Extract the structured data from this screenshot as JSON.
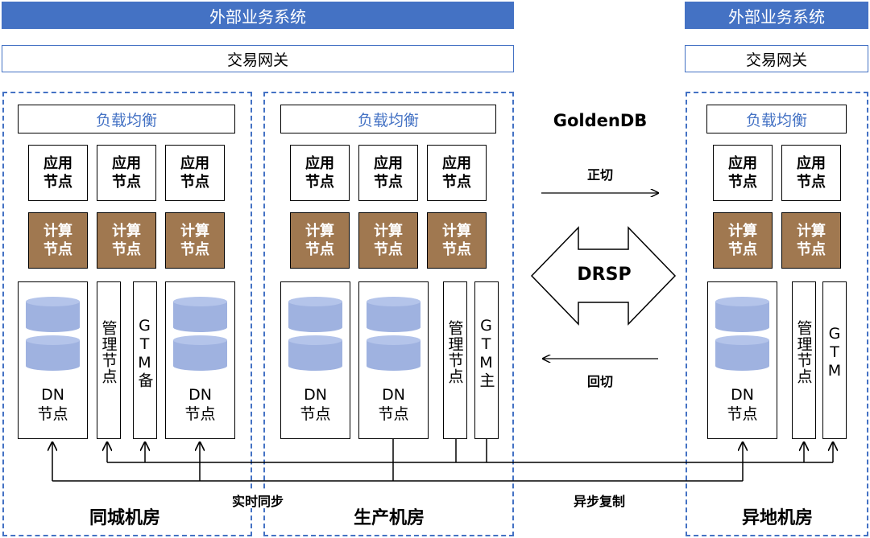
{
  "external": {
    "left": "外部业务系统",
    "right": "外部业务系统"
  },
  "gateway": {
    "left": "交易网关",
    "right": "交易网关"
  },
  "load_balancer": "负载均衡",
  "app_node": "应用\n节点",
  "compute_node": "计算\n节点",
  "dn_node": "DN\n节点",
  "mgmt_node": "管理节点",
  "gtm_backup": "GTM备",
  "gtm_primary": "GTM主",
  "gtm": "GTM",
  "product": "GoldenDB",
  "switch_forward": "正切",
  "switch_back": "回切",
  "drsp": "DRSP",
  "sync_label": "实时同步",
  "async_label": "异步复制",
  "rooms": {
    "same_city": "同城机房",
    "production": "生产机房",
    "remote": "异地机房"
  },
  "colors": {
    "banner": "#4472C4",
    "compute": "#A07850",
    "disk": "#9FB2E0"
  }
}
